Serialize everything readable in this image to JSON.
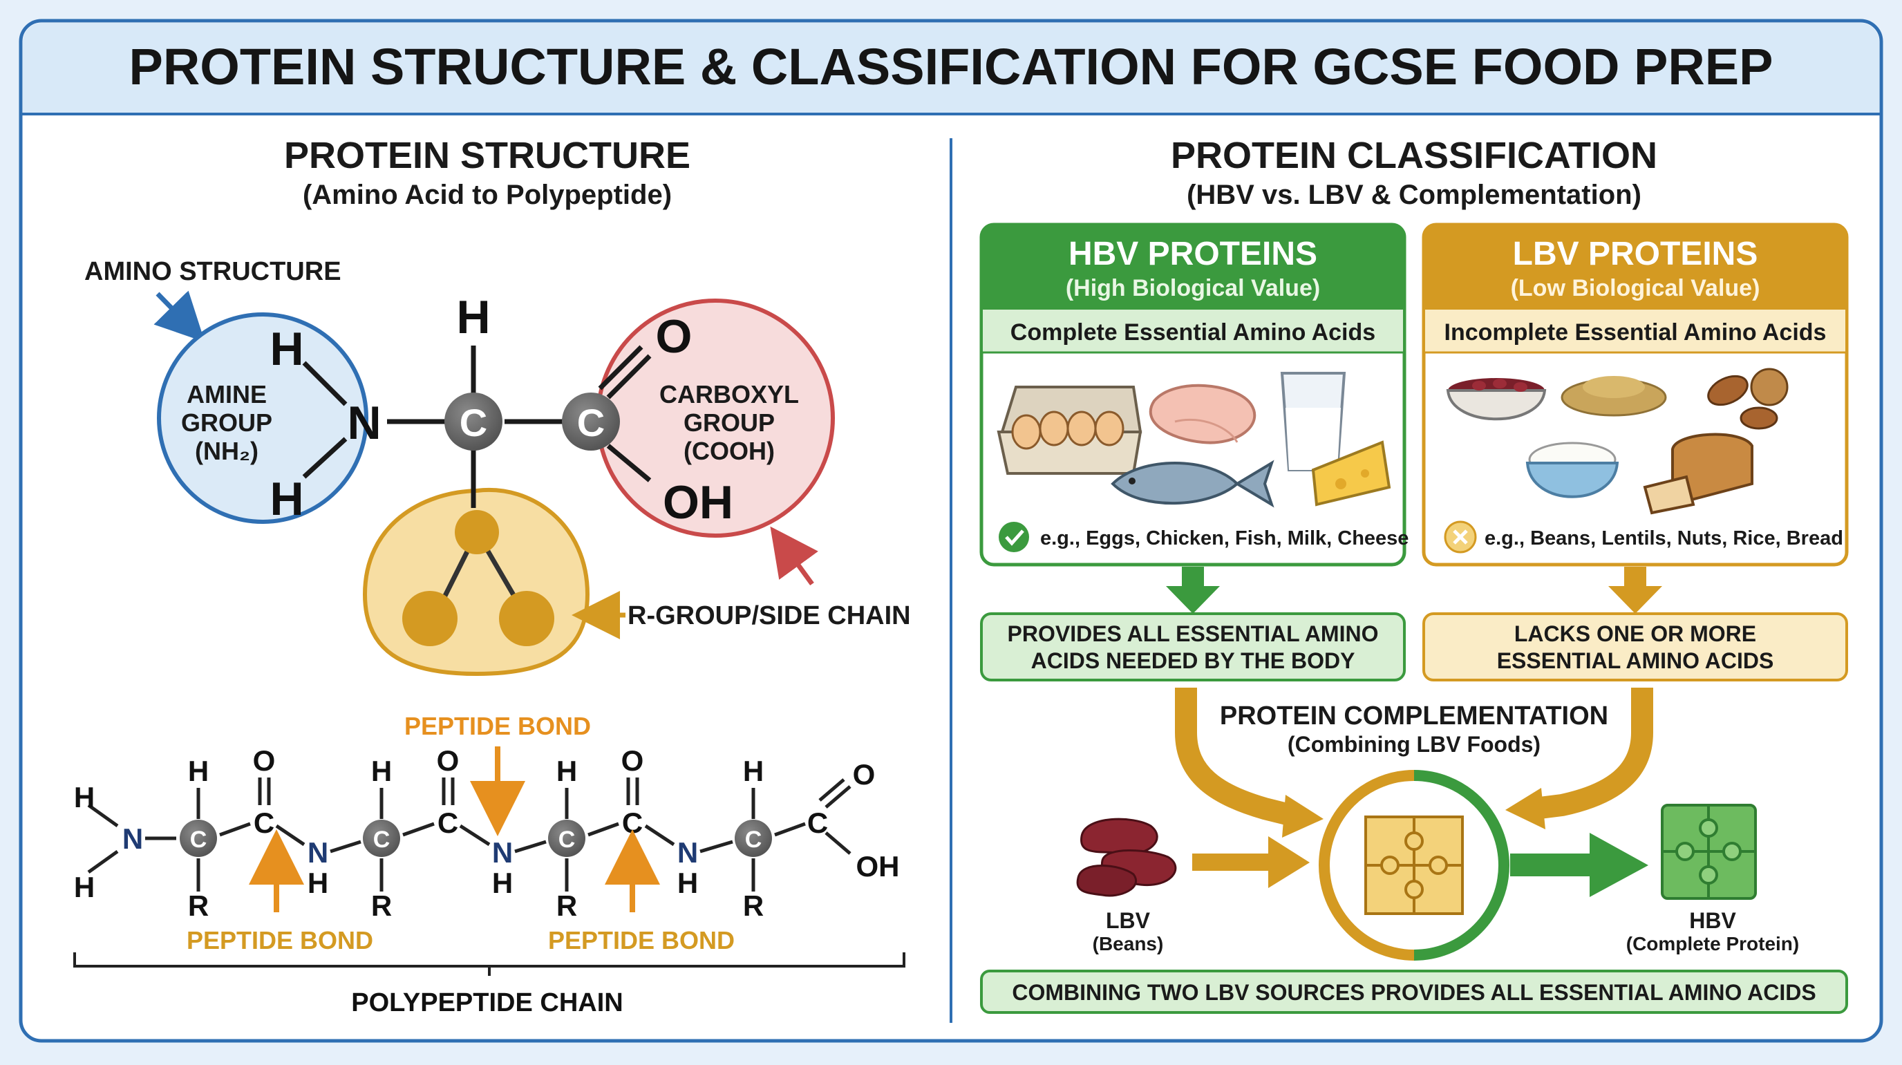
{
  "title": "PROTEIN STRUCTURE & CLASSIFICATION FOR GCSE FOOD PREP",
  "colors": {
    "frame_blue": "#2f6fb3",
    "header_bg": "#d8e9f8",
    "hbv_green": "#3b9a3e",
    "hbv_light": "#d9efd4",
    "lbv_gold": "#d49a22",
    "lbv_light": "#faecc6",
    "amine_fill": "#dbeaf7",
    "carboxyl_fill": "#f7dcdc",
    "carboxyl_stroke": "#c94a4a",
    "rgroup_fill": "#f7dea3",
    "peptide_orange": "#e6901f",
    "carbon_grey": "#666666"
  },
  "structure": {
    "heading": "PROTEIN STRUCTURE",
    "subheading": "(Amino Acid to Polypeptide)",
    "amino_label": "AMINO STRUCTURE",
    "amine": {
      "line1": "AMINE",
      "line2": "GROUP",
      "line3": "(NH₂)"
    },
    "carboxyl": {
      "line1": "CARBOXYL",
      "line2": "GROUP",
      "line3": "(COOH)"
    },
    "r_group_label": "R-GROUP/SIDE CHAIN",
    "atoms": {
      "H": "H",
      "N": "N",
      "C": "C",
      "O": "O",
      "OH": "OH",
      "R": "R"
    },
    "peptide_bond": "PEPTIDE BOND",
    "polypeptide_label": "POLYPEPTIDE CHAIN"
  },
  "classification": {
    "heading": "PROTEIN CLASSIFICATION",
    "subheading": "(HBV vs. LBV & Complementation)",
    "hbv": {
      "title": "HBV PROTEINS",
      "subtitle": "(High Biological Value)",
      "band": "Complete Essential Amino Acids",
      "examples": "e.g., Eggs, Chicken, Fish, Milk, Cheese",
      "result_line1": "PROVIDES ALL ESSENTIAL AMINO",
      "result_line2": "ACIDS NEEDED BY THE BODY",
      "check_icon": "check-icon"
    },
    "lbv": {
      "title": "LBV PROTEINS",
      "subtitle": "(Low Biological Value)",
      "band": "Incomplete Essential Amino Acids",
      "examples": "e.g., Beans, Lentils, Nuts, Rice, Bread",
      "result_line1": "LACKS ONE OR MORE",
      "result_line2": "ESSENTIAL AMINO ACIDS",
      "cross_icon": "cross-icon"
    },
    "complementation": {
      "title": "PROTEIN COMPLEMENTATION",
      "subtitle": "(Combining LBV Foods)",
      "lbv_label": "LBV",
      "lbv_sub": "(Beans)",
      "hbv_label": "HBV",
      "hbv_sub": "(Complete Protein)",
      "footer": "COMBINING TWO LBV SOURCES PROVIDES ALL ESSENTIAL AMINO ACIDS"
    }
  }
}
